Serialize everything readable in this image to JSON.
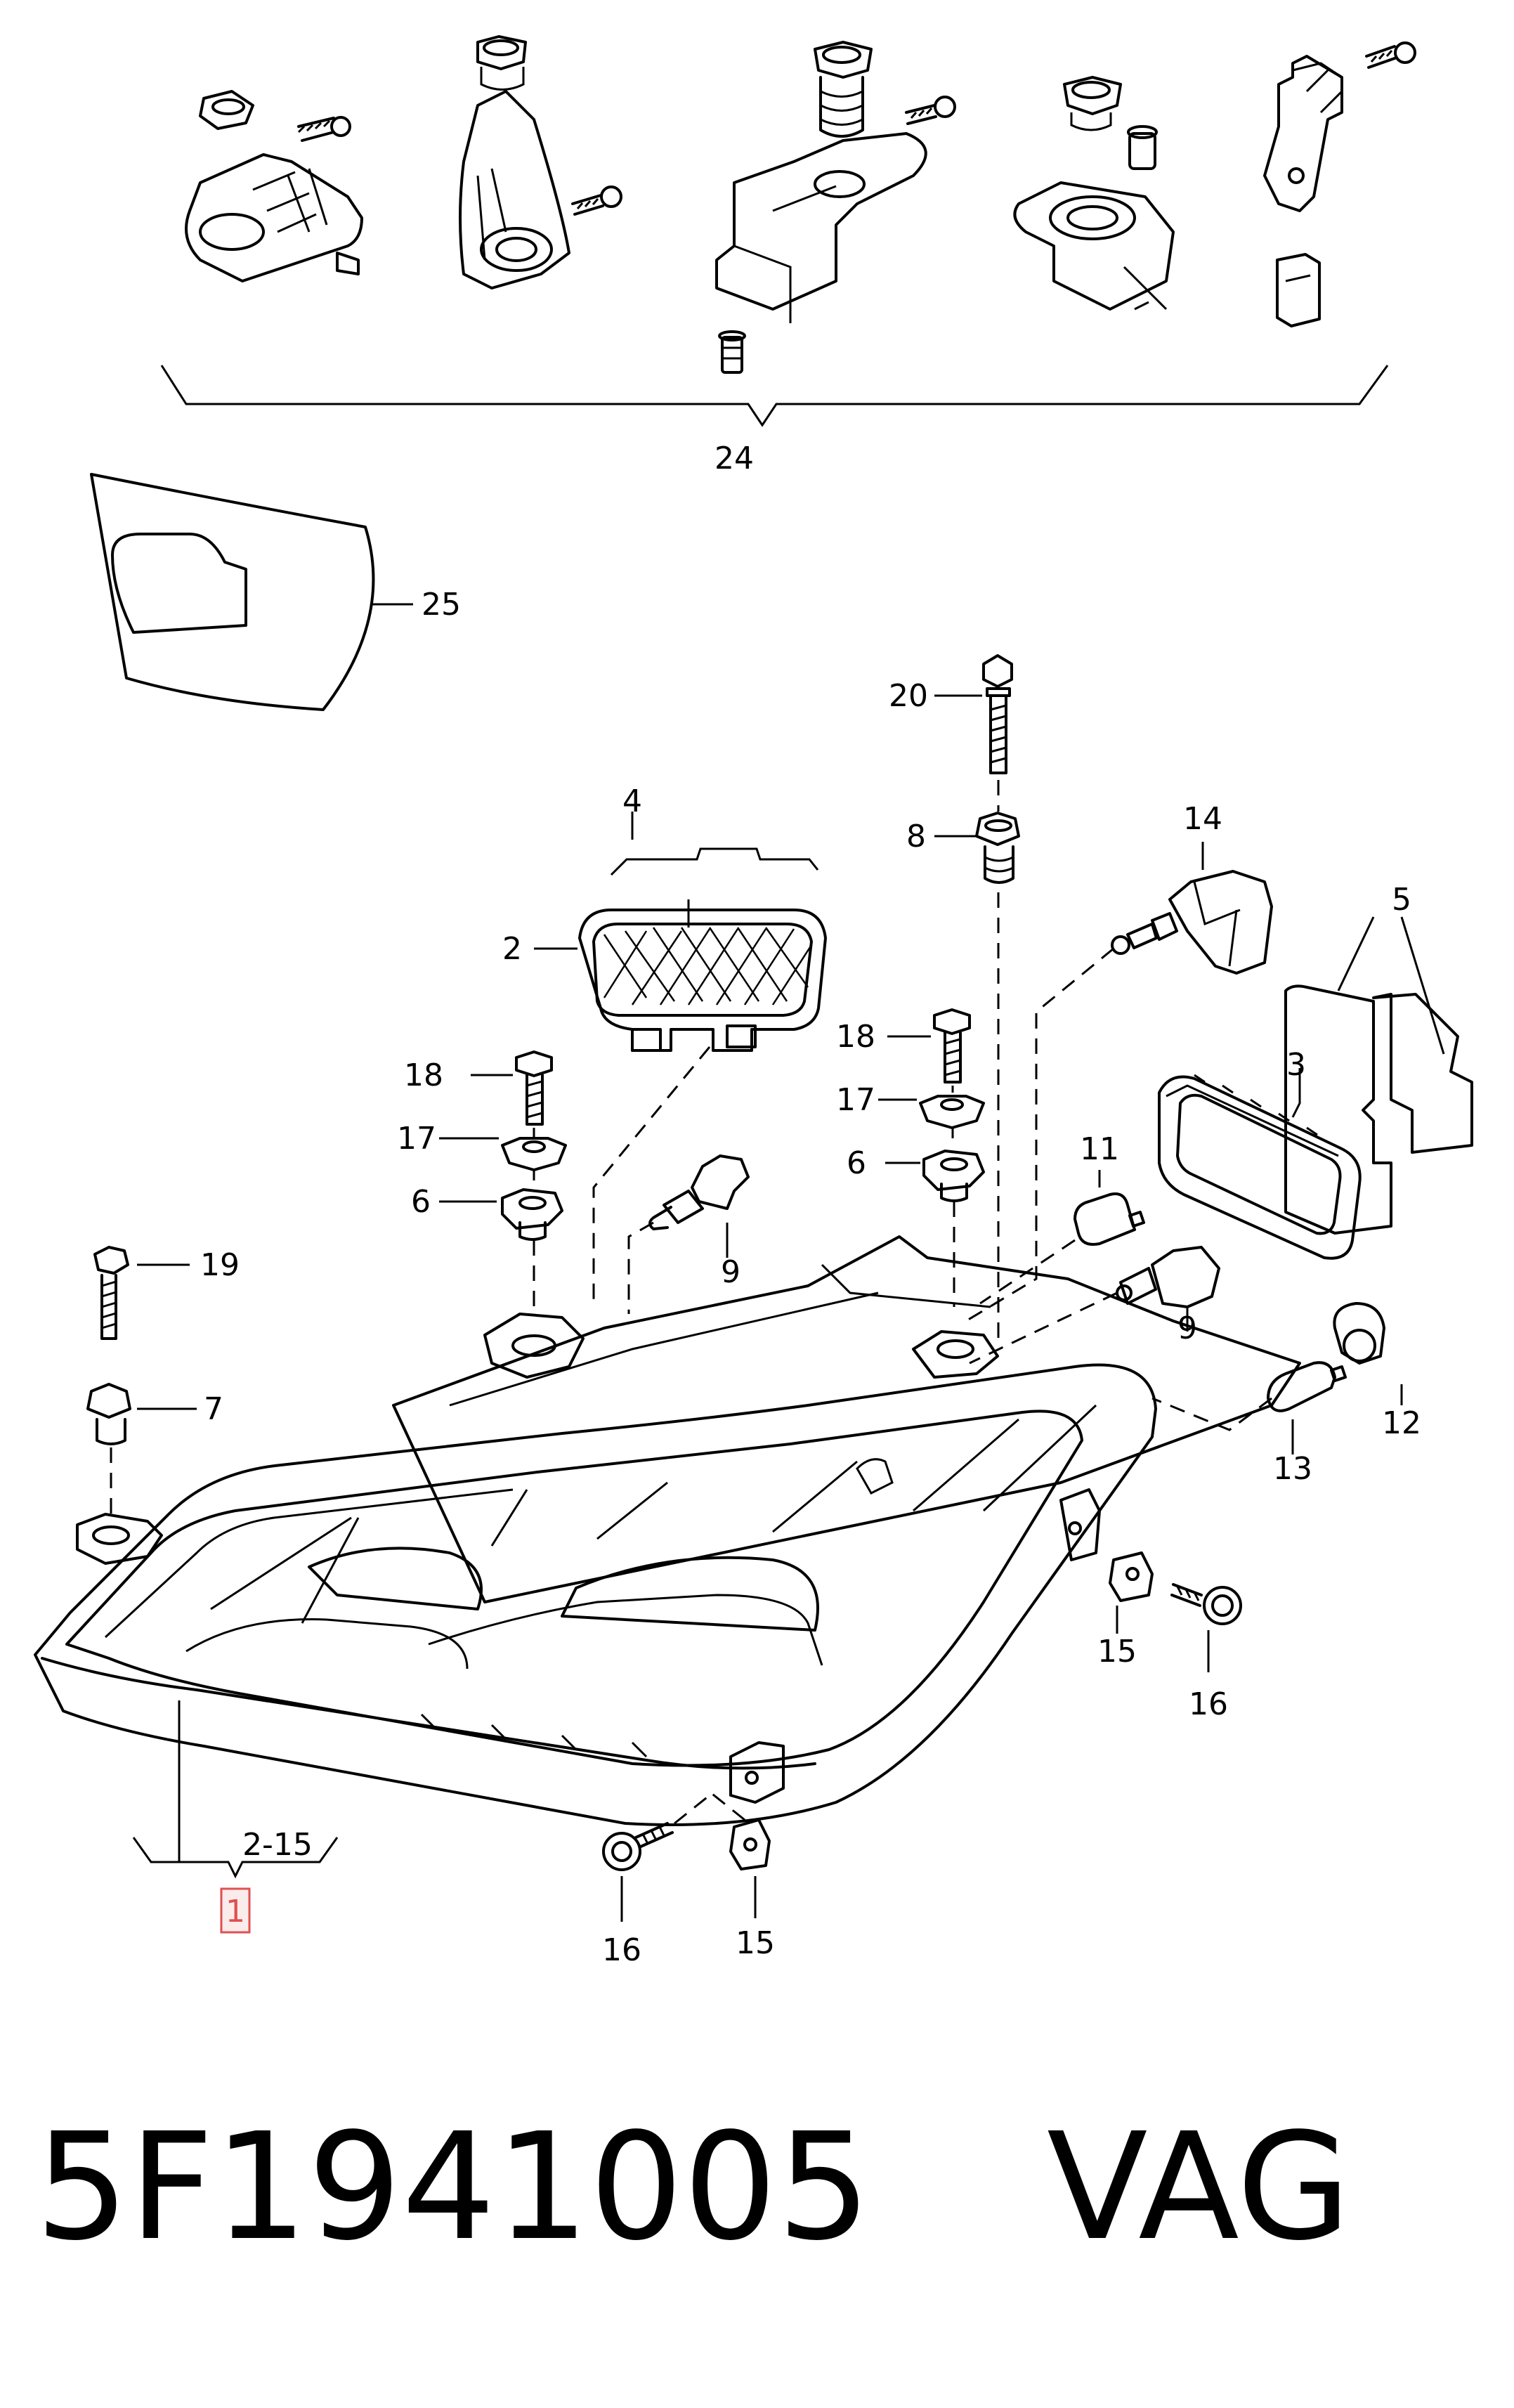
{
  "diagram": {
    "group_label_top": "24",
    "callouts": {
      "c1": "1",
      "c2_15": "2-15",
      "c2": "2",
      "c3": "3",
      "c4": "4",
      "c5": "5",
      "c6a": "6",
      "c6b": "6",
      "c7": "7",
      "c8": "8",
      "c9a": "9",
      "c9b": "9",
      "c11": "11",
      "c12": "12",
      "c13": "13",
      "c14": "14",
      "c15a": "15",
      "c15b": "15",
      "c16a": "16",
      "c16b": "16",
      "c17a": "17",
      "c17b": "17",
      "c18a": "18",
      "c18b": "18",
      "c19": "19",
      "c20": "20",
      "c25": "25"
    },
    "highlight_color": "#e05050"
  },
  "footer": {
    "part_number": "5F1941005",
    "brand": "VAG"
  }
}
